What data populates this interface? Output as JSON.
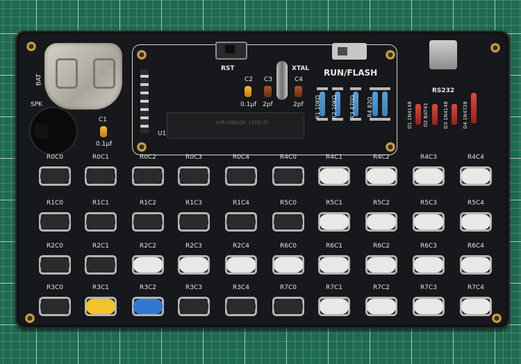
{
  "labels": {
    "bat": "BAT",
    "spk": "SPK",
    "rst": "RST",
    "xtal": "XTAL",
    "run_flash": "RUN/FLASH",
    "rs232": "RS232",
    "c1": "C1",
    "c1_val": "0.1μf",
    "c2": "C2",
    "c2_val": "0.1μf",
    "c3": "C3",
    "c3_val": "2pf",
    "c4": "C4",
    "c4_val": "2pf",
    "u1": "U1",
    "ic_text": "AVR128DA28 2319/25",
    "r1": "R1 10KΩ",
    "r2": "R2 10KΩ",
    "r3": "R3 470Ω",
    "r4": "R4 82Ω",
    "d1": "D1 1N4148",
    "d2": "D2 BAT43",
    "d3": "D3 1N4148",
    "d4": "D4 1N4728"
  },
  "keys": [
    [
      "R0C0",
      "R0C1",
      "R0C2",
      "R0C3",
      "R0C4",
      "R4C0",
      "R4C1",
      "R4C2",
      "R4C3",
      "R4C4"
    ],
    [
      "R1C0",
      "R1C1",
      "R1C2",
      "R1C3",
      "R1C4",
      "R5C0",
      "R5C1",
      "R5C2",
      "R5C3",
      "R5C4"
    ],
    [
      "R2C0",
      "R2C1",
      "R2C2",
      "R2C3",
      "R2C4",
      "R6C0",
      "R6C1",
      "R6C2",
      "R6C3",
      "R6C4"
    ],
    [
      "R3C0",
      "R3C1",
      "R3C2",
      "R3C3",
      "R3C4",
      "R7C0",
      "R7C1",
      "R7C2",
      "R7C3",
      "R7C4"
    ]
  ],
  "key_colors": [
    [
      "black",
      "black",
      "black",
      "black",
      "black",
      "black",
      "white",
      "white",
      "white",
      "white"
    ],
    [
      "black",
      "black",
      "black",
      "black",
      "black",
      "black",
      "white",
      "white",
      "white",
      "white"
    ],
    [
      "black",
      "black",
      "white",
      "white",
      "white",
      "white",
      "white",
      "white",
      "white",
      "white"
    ],
    [
      "black",
      "yellow",
      "blue",
      "black",
      "black",
      "black",
      "white",
      "white",
      "white",
      "white"
    ]
  ],
  "colors": {
    "black": "#2a2b2d",
    "white": "#e8e8e6",
    "yellow": "#f2c42a",
    "blue": "#2f78d6"
  }
}
